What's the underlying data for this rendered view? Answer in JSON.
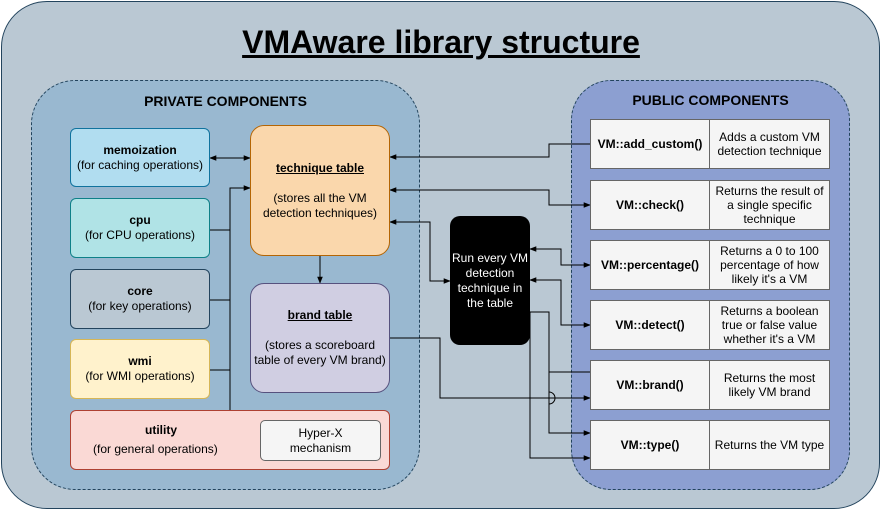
{
  "title": "VMAware library structure",
  "private": {
    "heading": "PRIVATE COMPONENTS",
    "memoization": {
      "name": "memoization",
      "desc": "(for caching operations)"
    },
    "cpu": {
      "name": "cpu",
      "desc": "(for CPU operations)"
    },
    "core": {
      "name": "core",
      "desc": "(for key operations)"
    },
    "wmi": {
      "name": "wmi",
      "desc": "(for WMI operations)"
    },
    "utility": {
      "name": "utility",
      "desc": "(for general operations)"
    },
    "hyperx": {
      "line1": "Hyper-X",
      "line2": "mechanism"
    },
    "technique_table": {
      "name": "technique table",
      "desc_line1": "(stores all the VM",
      "desc_line2": "detection techniques)"
    },
    "brand_table": {
      "name": "brand table",
      "desc_line1": "(stores a scoreboard",
      "desc_line2": "table of every VM brand)"
    }
  },
  "runner": {
    "line1": "Run every VM",
    "line2": "detection",
    "line3": "technique in",
    "line4": "the table"
  },
  "public": {
    "heading": "PUBLIC COMPONENTS",
    "functions": [
      {
        "name": "VM::add_custom()",
        "desc_lines": [
          "Adds a custom VM",
          "detection technique"
        ]
      },
      {
        "name": "VM::check()",
        "desc_lines": [
          "Returns the result of",
          "a single specific",
          "technique"
        ]
      },
      {
        "name": "VM::percentage()",
        "desc_lines": [
          "Returns a 0 to 100",
          "percentage of how",
          "likely it's a VM"
        ]
      },
      {
        "name": "VM::detect()",
        "desc_lines": [
          "Returns a boolean",
          "true or false value",
          "whether it's a VM"
        ]
      },
      {
        "name": "VM::brand()",
        "desc_lines": [
          "Returns the most",
          "likely VM brand"
        ]
      },
      {
        "name": "VM::type()",
        "desc_lines": [
          "Returns the VM type"
        ]
      }
    ]
  },
  "colors": {
    "frame": "#bac8d3",
    "private_panel": "#99b8d0",
    "public_panel": "#8c9fd1",
    "memoization": "#b1ddf0",
    "cpu": "#b0e3e6",
    "core": "#bac8d3",
    "wmi": "#fff2cc",
    "utility": "#fad9d5",
    "technique_table": "#fad7ac",
    "brand_table": "#d0cee2",
    "runner": "#000000"
  }
}
